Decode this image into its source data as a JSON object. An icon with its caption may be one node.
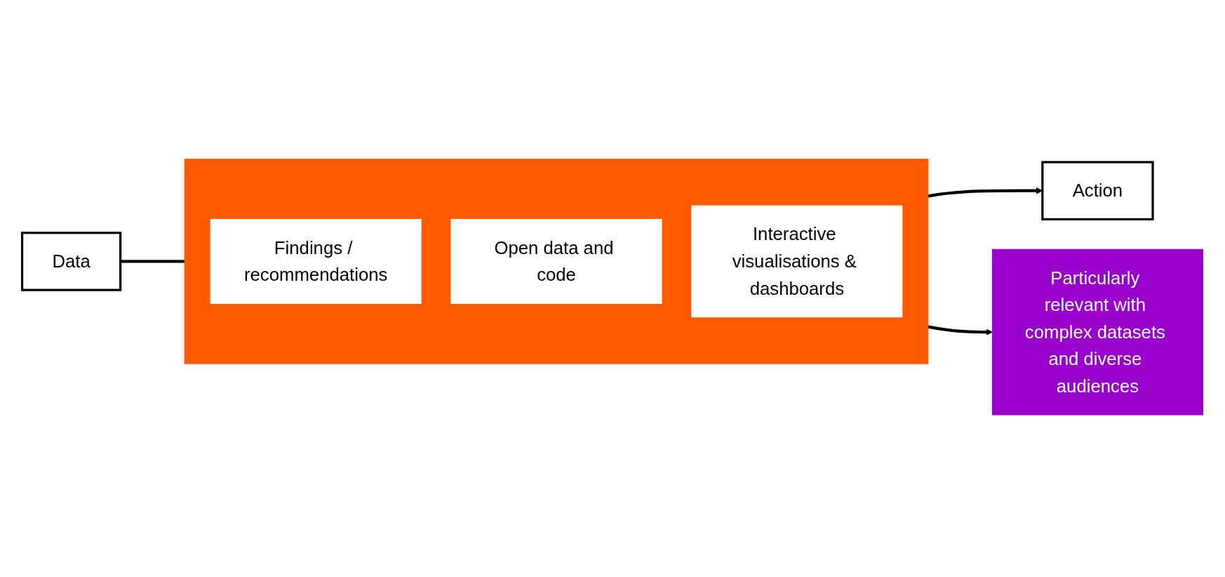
{
  "diagram": {
    "nodes": [
      {
        "text": [
          "Data"
        ]
      },
      {
        "text": [],
        "shape": "box"
      },
      {
        "text": [
          "Findings / recommendations"
        ],
        "in": 1
      },
      {
        "text": [
          "Open data and code"
        ],
        "in": 1
      },
      {
        "text": [
          "Interactive visualisations & dashboards"
        ],
        "in": 1
      },
      {
        "text": [
          "Action"
        ]
      },
      {
        "text": [
          "Particularly relevant with complex datasets and diverse audiences"
        ]
      }
    ],
    "edges": [
      {
        "from": 0,
        "to": 1,
        "arrow": "none"
      },
      {
        "from": 1,
        "to": 5,
        "arrow": "to"
      },
      {
        "from": 1,
        "to": 6,
        "arrow": "to"
      }
    ]
  }
}
